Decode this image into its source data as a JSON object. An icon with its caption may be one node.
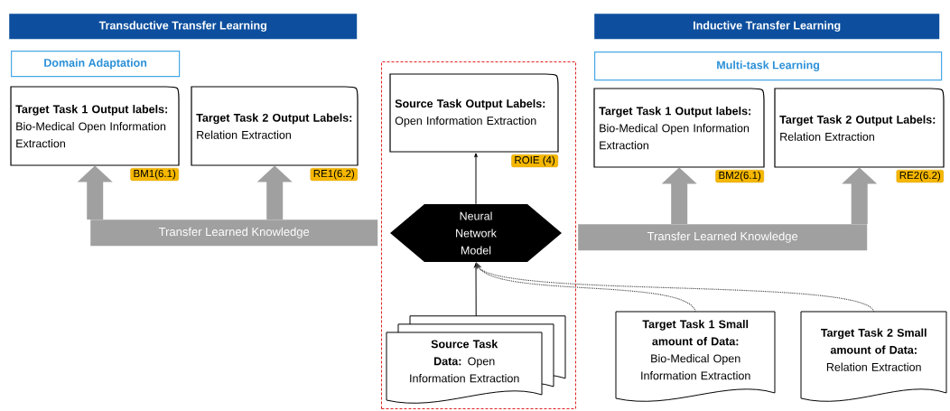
{
  "diagram": {
    "nodes": [
      {
        "text": [
          "Transductive Transfer Learning"
        ]
      },
      {
        "text": [
          "Domain Adaptation"
        ]
      },
      {
        "text": [
          "**Target Task 1 Output labels:** Bio-Medical Open Information Extraction"
        ],
        "beside": [
          "BM1(6.1)"
        ]
      },
      {
        "text": [
          "**Target Task 2 Output Labels:** Relation Extraction"
        ],
        "beside": [
          "RE1(6.2)"
        ]
      },
      {
        "text": [],
        "shape": "box"
      },
      {
        "text": [
          "**Source Task Output Labels:** Open Information Extraction"
        ],
        "in": 4,
        "beside": [
          "ROIE (4)"
        ]
      },
      {
        "text": [
          "Inductive Transfer Learning"
        ]
      },
      {
        "text": [
          "Multi-task Learning"
        ]
      },
      {
        "text": [
          "**Target Task 1 Output labels:** Bio-Medical Open Information Extraction"
        ],
        "beside": [
          "BM2(6.1)"
        ]
      },
      {
        "text": [
          "**Target Task 2 Output Labels:** Relation Extraction"
        ],
        "beside": [
          "RE2(6.2)"
        ]
      },
      {
        "text": [
          "Transfer Learned Knowledge"
        ]
      },
      {
        "text": [
          "Neural Network Model"
        ],
        "in": 4
      },
      {
        "text": [
          "Transfer Learned Knowledge"
        ]
      },
      {
        "text": [
          "**Source Task Data:** Open Information Extraction"
        ],
        "in": 4
      },
      {
        "text": [
          "**Target Task 1 Small amount of Data:** Bio-Medical Open Information Extraction"
        ]
      },
      {
        "text": [
          "**Target Task 2 Small amount of Data:** Relation Extraction"
        ]
      }
    ],
    "edges": [
      {
        "from": 10,
        "to": 2,
        "arrow": "to",
        "style": "thick",
        "color": "#a0a0a0"
      },
      {
        "from": 10,
        "to": 3,
        "arrow": "to",
        "style": "thick",
        "color": "#a0a0a0"
      },
      {
        "from": 12,
        "to": 8,
        "arrow": "to",
        "style": "thick",
        "color": "#a0a0a0"
      },
      {
        "from": 12,
        "to": 9,
        "arrow": "to",
        "style": "thick",
        "color": "#a0a0a0"
      },
      {
        "from": 11,
        "to": 5,
        "arrow": "to",
        "color": "#000000"
      },
      {
        "from": 13,
        "to": 11,
        "arrow": "to",
        "color": "#000000"
      },
      {
        "from": 14,
        "to": 11,
        "arrow": "to",
        "style": "dashed",
        "color": "#404040"
      },
      {
        "from": 15,
        "to": 11,
        "arrow": "to",
        "style": "dashed",
        "color": "#404040"
      }
    ]
  }
}
